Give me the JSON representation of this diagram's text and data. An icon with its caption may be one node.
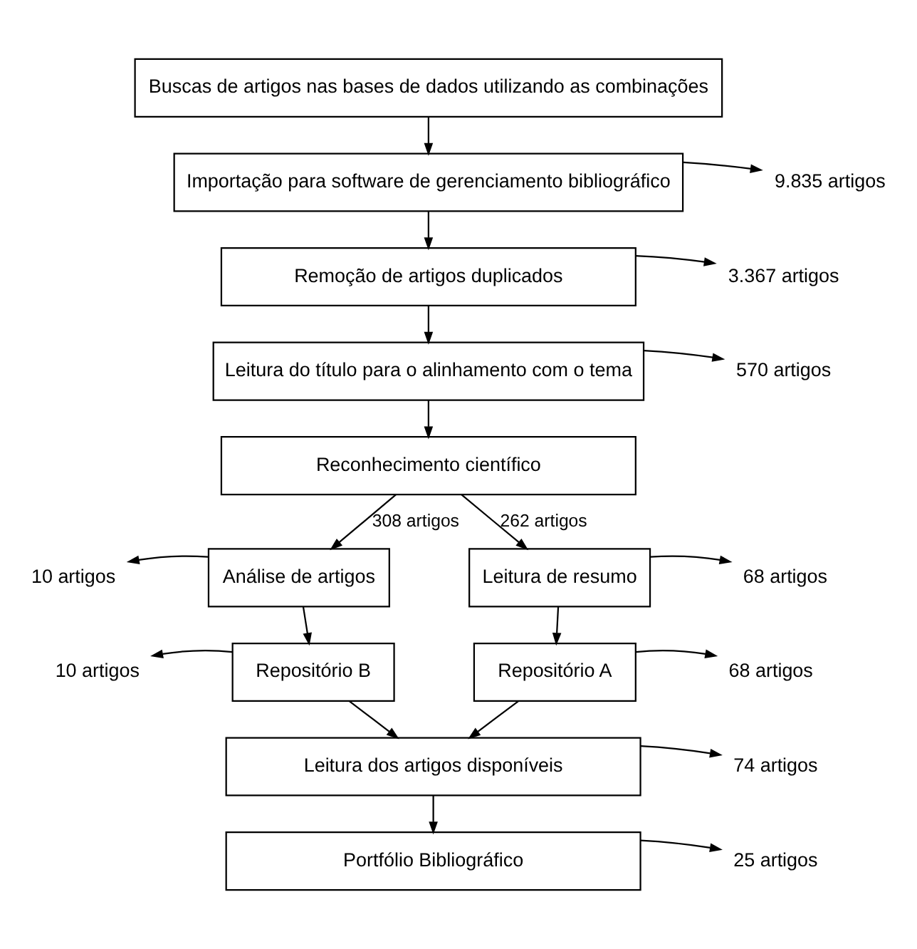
{
  "diagram": {
    "nodes": [
      {
        "text": [
          "Buscas de artigos nas bases de dados utilizando as combinações"
        ]
      },
      {
        "text": [
          "Importação para software de gerenciamento bibliográfico"
        ]
      },
      {
        "text": [
          "Remoção de artigos duplicados"
        ]
      },
      {
        "text": [
          "Leitura do título para o alinhamento com o tema"
        ]
      },
      {
        "text": [
          "Reconhecimento científico"
        ]
      },
      {
        "text": [
          "Análise de artigos"
        ]
      },
      {
        "text": [
          "Leitura de resumo"
        ]
      },
      {
        "text": [
          "Repositório B"
        ]
      },
      {
        "text": [
          "Repositório A"
        ]
      },
      {
        "text": [
          "Leitura dos artigos disponíveis"
        ]
      },
      {
        "text": [
          "Portfólio Bibliográfico"
        ]
      },
      {
        "text": [
          "9.835 artigos"
        ]
      },
      {
        "text": [
          "3.367 artigos"
        ]
      },
      {
        "text": [
          "570 artigos"
        ]
      },
      {
        "text": [
          "10 artigos"
        ]
      },
      {
        "text": [
          "68 artigos"
        ]
      },
      {
        "text": [
          "10 artigos"
        ]
      },
      {
        "text": [
          "68 artigos"
        ]
      },
      {
        "text": [
          "74 artigos"
        ]
      },
      {
        "text": [
          "25 artigos"
        ]
      }
    ],
    "edges": [
      {
        "from": 0,
        "to": 1,
        "arrow": "to"
      },
      {
        "from": 1,
        "to": 2,
        "arrow": "to"
      },
      {
        "from": 2,
        "to": 3,
        "arrow": "to"
      },
      {
        "from": 3,
        "to": 4,
        "arrow": "to"
      },
      {
        "from": 4,
        "to": 5,
        "arrow": "to",
        "label": "308 artigos"
      },
      {
        "from": 4,
        "to": 6,
        "arrow": "to",
        "label": "262 artigos"
      },
      {
        "from": 5,
        "to": 7,
        "arrow": "to"
      },
      {
        "from": 6,
        "to": 8,
        "arrow": "to"
      },
      {
        "from": 7,
        "to": 9,
        "arrow": "to"
      },
      {
        "from": 8,
        "to": 9,
        "arrow": "to"
      },
      {
        "from": 9,
        "to": 10,
        "arrow": "to"
      },
      {
        "from": 1,
        "to": 11,
        "arrow": "to"
      },
      {
        "from": 2,
        "to": 12,
        "arrow": "to"
      },
      {
        "from": 3,
        "to": 13,
        "arrow": "to"
      },
      {
        "from": 5,
        "to": 14,
        "arrow": "to"
      },
      {
        "from": 6,
        "to": 15,
        "arrow": "to"
      },
      {
        "from": 7,
        "to": 16,
        "arrow": "to"
      },
      {
        "from": 8,
        "to": 17,
        "arrow": "to"
      },
      {
        "from": 9,
        "to": 18,
        "arrow": "to"
      },
      {
        "from": 10,
        "to": 19,
        "arrow": "to"
      }
    ]
  }
}
